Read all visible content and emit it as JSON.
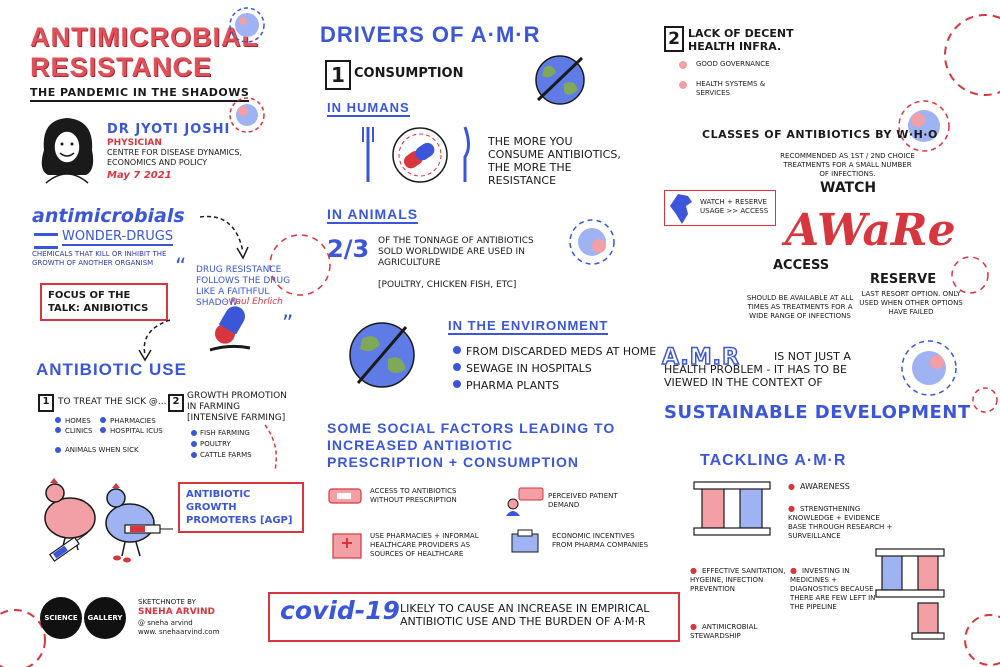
{
  "header": {
    "title_line1": "ANTIMICROBIAL",
    "title_line2": "RESISTANCE",
    "subtitle": "THE PANDEMIC IN THE SHADOWS"
  },
  "speaker": {
    "name": "DR JYOTI JOSHI",
    "role": "PHYSICIAN",
    "org": "CENTRE FOR DISEASE DYNAMICS, ECONOMICS AND POLICY",
    "date": "May 7 2021"
  },
  "antimicrobials": {
    "heading": "antimicrobials",
    "wonder": "WONDER-DRUGS",
    "definition": "CHEMICALS THAT KILL OR INHIBIT THE GROWTH OF ANOTHER ORGANISM",
    "quote": "DRUG RESISTANCE FOLLOWS THE DRUG LIKE A FAITHFUL SHADOW",
    "quote_author": "- Paul Ehrlich",
    "focus": "FOCUS OF THE TALK: ANIBIOTICS"
  },
  "antibiotic_use": {
    "heading": "ANTIBIOTIC USE",
    "item1_num": "1",
    "item1_label": "TO TREAT THE SICK @...",
    "item1_places": [
      "HOMES",
      "CLINICS",
      "PHARMACIES",
      "HOSPITAL ICUs",
      "ANIMALS WHEN SICK"
    ],
    "item2_num": "2",
    "item2_label": "GROWTH PROMOTION IN FARMING [INTENSIVE FARMING]",
    "item2_places": [
      "FISH FARMING",
      "POULTRY",
      "CATTLE FARMS"
    ],
    "agp": "ANTIBIOTIC GROWTH PROMOTERS [AGP]"
  },
  "credits": {
    "logo_left": "SCIENCE",
    "logo_right": "GALLERY",
    "line1": "SKETCHNOTE BY",
    "line2": "SNEHA ARVIND",
    "line3": "@ sneha arvind",
    "line4": "www. snehaarvind.com"
  },
  "drivers": {
    "heading": "DRIVERS OF A·M·R",
    "consumption_num": "1",
    "consumption": "CONSUMPTION",
    "humans": "IN HUMANS",
    "humans_text": "THE MORE YOU CONSUME ANTIBIOTICS, THE MORE THE RESISTANCE",
    "animals": "IN ANIMALS",
    "animals_fraction": "2/3",
    "animals_text": "OF THE TONNAGE OF ANTIBIOTICS SOLD WORLDWIDE ARE USED IN AGRICULTURE",
    "animals_examples": "[POULTRY, CHICKEN FISH, ETC]",
    "environment": "IN THE ENVIRONMENT",
    "environment_items": [
      "FROM DISCARDED MEDS AT HOME",
      "SEWAGE IN HOSPITALS",
      "PHARMA PLANTS"
    ]
  },
  "social": {
    "heading_line1": "SOME SOCIAL FACTORS LEADING TO",
    "heading_line2": "INCREASED ANTIBIOTIC",
    "heading_line3": "PRESCRIPTION + CONSUMPTION",
    "items": [
      "ACCESS TO ANTIBIOTICS WITHOUT PRESCRIPTION",
      "PERCEIVED PATIENT DEMAND",
      "USE PHARMACIES + INFORMAL HEALTHCARE PROVIDERS AS SOURCES OF HEALTHCARE",
      "ECONOMIC INCENTIVES FROM PHARMA COMPANIES"
    ]
  },
  "covid": {
    "label": "covid-19",
    "text": "LIKELY TO CAUSE AN INCREASE IN EMPIRICAL ANTIBIOTIC USE AND THE BURDEN OF A·M·R"
  },
  "infra": {
    "num": "2",
    "heading": "LACK OF DECENT HEALTH INFRA.",
    "items": [
      "GOOD GOVERNANCE",
      "HEALTH SYSTEMS & SERVICES"
    ]
  },
  "who": {
    "heading": "CLASSES OF ANTIBIOTICS BY W·H·O",
    "watch_note": "RECOMMENDED AS 1ST / 2ND CHOICE TREATMENTS FOR A SMALL NUMBER OF INFECTIONS.",
    "watch": "WATCH",
    "india_note": "WATCH + RESERVE USAGE >> ACCESS",
    "aware": "AWaRe",
    "access": "ACCESS",
    "access_note": "SHOULD BE AVAILABLE AT ALL TIMES AS TREATMENTS FOR A WIDE RANGE OF INFECTIONS",
    "reserve": "RESERVE",
    "reserve_note": "LAST RESORT OPTION. ONLY USED WHEN OTHER OPTIONS HAVE FAILED"
  },
  "amr_dev": {
    "amr": "A.M.R",
    "text1": "IS NOT JUST A HEALTH PROBLEM - IT HAS TO BE VIEWED IN THE CONTEXT OF",
    "sustainable": "SUSTAINABLE DEVELOPMENT"
  },
  "tackling": {
    "heading": "TACKLING A·M·R",
    "items": [
      "AWARENESS",
      "STRENGTHENING KNOWLEDGE + EVIDENCE BASE THROUGH RESEARCH + SURVEILLANCE",
      "EFFECTIVE SANITATION, HYGEINE, INFECTION PREVENTION",
      "INVESTING IN MEDICINES + DIAGNOSTICS BECAUSE THERE ARE FEW LEFT IN THE PIPELINE",
      "ANTIMICROBIAL STEWARDSHIP"
    ]
  },
  "colors": {
    "red": "#d8363f",
    "blue": "#3b56d9",
    "pink": "#f2a0a6",
    "lightblue": "#9fb2f2"
  }
}
